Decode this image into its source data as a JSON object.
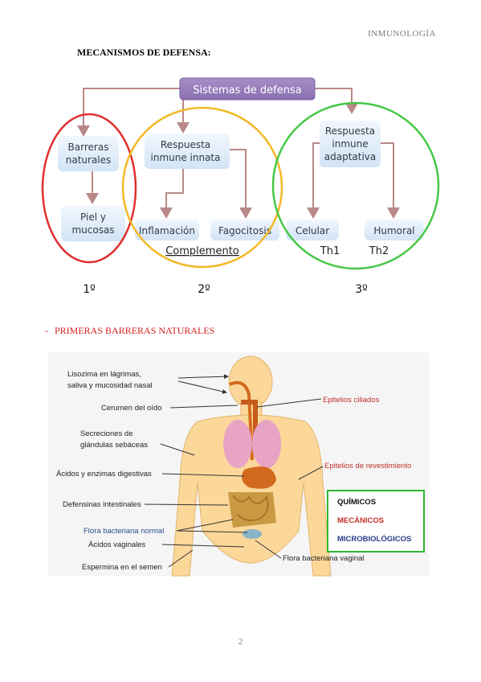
{
  "header": {
    "subject": "INMUNOLOGÍA"
  },
  "section": {
    "title": "MECANISMOS DE DEFENSA:"
  },
  "diagram": {
    "root": "Sistemas de defensa",
    "barreras": [
      "Barreras",
      "naturales"
    ],
    "piel": [
      "Piel y",
      "mucosas"
    ],
    "innata": [
      "Respuesta",
      "inmune innata"
    ],
    "inflamacion": "Inflamación",
    "fagocitosis": "Fagocitosis",
    "complemento": "Complemento",
    "adaptativa": [
      "Respuesta",
      "inmune",
      "adaptativa"
    ],
    "celular": "Celular",
    "humoral": "Humoral",
    "th1": "Th1",
    "th2": "Th2",
    "ordinals": [
      "1º",
      "2º",
      "3º"
    ],
    "colors": {
      "circle1": "#e03030",
      "circle2": "#f2b826",
      "circle3": "#46c846",
      "arrow": "#b98888",
      "box": "#dbe9f7"
    }
  },
  "primeras": {
    "dash": "-",
    "heading": "PRIMERAS BARRERAS NATURALES"
  },
  "anatomy": {
    "labels": {
      "lisozima": [
        "Lisozima en lágrimas,",
        "saliva y mucosidad nasal"
      ],
      "cerumen": "Cerumen del oído",
      "secreciones": [
        "Secreciones de",
        "glándulas sebáceas"
      ],
      "acidos_enzimas": "Ácidos y enzimas digestivas",
      "defensinas": "Defensinas intestinales",
      "flora_normal": "Flora bacteriana normal",
      "acidos_vaginales": "Ácidos vaginales",
      "espermina": "Espermina en el semen",
      "epitelios_ciliados": "Epitelios ciliados",
      "epitelios_revestimiento": "Epitelios de revestimiento",
      "flora_vaginal": "Flora bacteriana vaginal"
    },
    "legend": {
      "quimicos": "QUÍMICOS",
      "mecanicos": "MECÁNICOS",
      "microbiologicos": "MICROBIOLÓGICOS"
    },
    "colors": {
      "legend_border": "#2db82d",
      "quimicos": "#111111",
      "mecanicos": "#c0302a",
      "microbiologicos": "#2a3a8a"
    }
  },
  "footer": {
    "page": "2"
  }
}
